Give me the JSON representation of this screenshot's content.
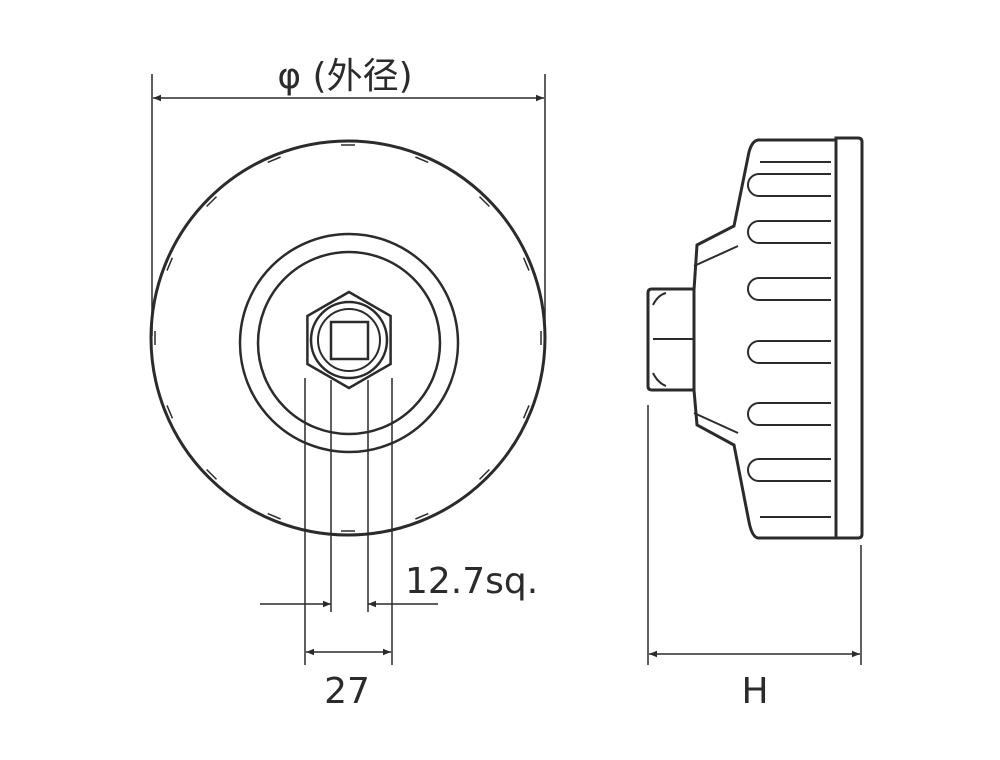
{
  "labels": {
    "outer_diameter": "φ (外径)",
    "square_drive": "12.7sq.",
    "hex_size": "27",
    "height": "H"
  },
  "colors": {
    "line": "#2b2b2b",
    "background": "#ffffff"
  }
}
